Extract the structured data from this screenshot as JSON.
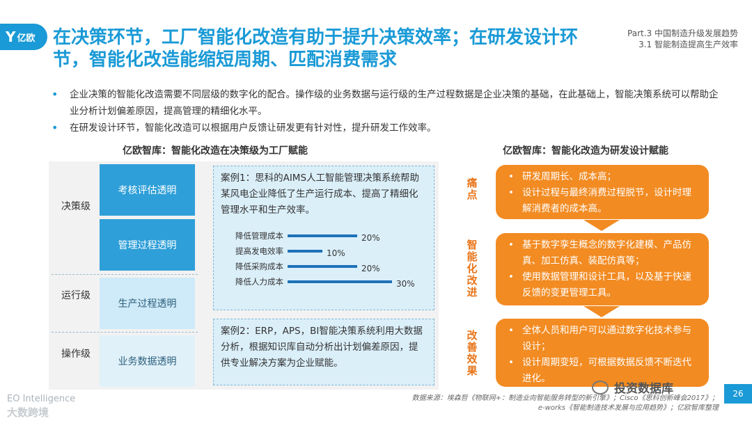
{
  "header": {
    "logo_text": "亿欧",
    "title": "在决策环节，工厂智能化改造有助于提升决策效率；在研发设计环节，智能化改造能缩短周期、匹配消费需求",
    "part": "Part.3 中国制造升级发展趋势",
    "section": "3.1 智能制造提高生产效率"
  },
  "bullets": [
    "企业决策的智能化改造需要不同层级的数字化的配合。操作级的业务数据与运行级的生产过程数据是企业决策的基础，在此基础上，智能决策系统可以帮助企业分析计划偏差原因，提高管理的精细化水平。",
    "在研发设计环节，智能化改造可以根据用户反馈让研发更有针对性，提升研发工作效率。"
  ],
  "left": {
    "title": "亿欧智库：智能化改造在决策级为工厂赋能",
    "levels": [
      "决策级",
      "运行级",
      "操作级"
    ],
    "boxes": [
      "考核评估透明",
      "管理过程透明",
      "生产过程透明",
      "业务数据透明"
    ],
    "case1": "案例1：思科的AIMS人工智能管理决策系统帮助某风电企业降低了生产运行成本、提高了精细化管理水平和生产效率。",
    "case2": "案例2：ERP，APS，BI智能决策系统利用大数据分析，根据知识库自动分析出计划偏差原因，提供专业解决方案为企业赋能。"
  },
  "chart_data": {
    "type": "bar",
    "categories": [
      "降低管理成本",
      "提高发电效率",
      "降低采购成本",
      "降低人力成本"
    ],
    "values": [
      20,
      10,
      20,
      30
    ],
    "value_labels": [
      "20%",
      "10%",
      "20%",
      "30%"
    ],
    "orientation": "horizontal",
    "bar_color": "#1e72b8"
  },
  "right": {
    "title": "亿欧智库：智能化改造为研发设计赋能",
    "labels": [
      "痛点",
      "智能化改进",
      "改善效果"
    ],
    "box1": [
      "研发周期长、成本高；",
      "设计过程与最终消费过程脱节，设计时理解消费者的成本高。"
    ],
    "box2": [
      "基于数字孪生概念的数字化建模、产品仿真、加工仿真、装配仿真等；",
      "使用数据管理和设计工具，以及基于快速反馈的变更管理工具。"
    ],
    "box3": [
      "全体人员和用户可以通过数字化技术参与设计；",
      "设计周期变短，可根据数据反馈不断迭代进化。"
    ]
  },
  "footer": {
    "source_line1": "数据来源：埃森哲《物联网+：制造业向智能服务转型的新引擎》；Cisco《思科创新峰会2017》；",
    "source_line2": "e-works《智能制造技术发展与应用趋势》；亿欧智库整理",
    "page": "26",
    "watermark1": "EO Intelligence",
    "watermark2": "大数跨境",
    "wechat": "投资数据库"
  },
  "colors": {
    "brand": "#1a9ad6",
    "orange": "#f28b22",
    "dark_blue": "#2e9fd8"
  }
}
